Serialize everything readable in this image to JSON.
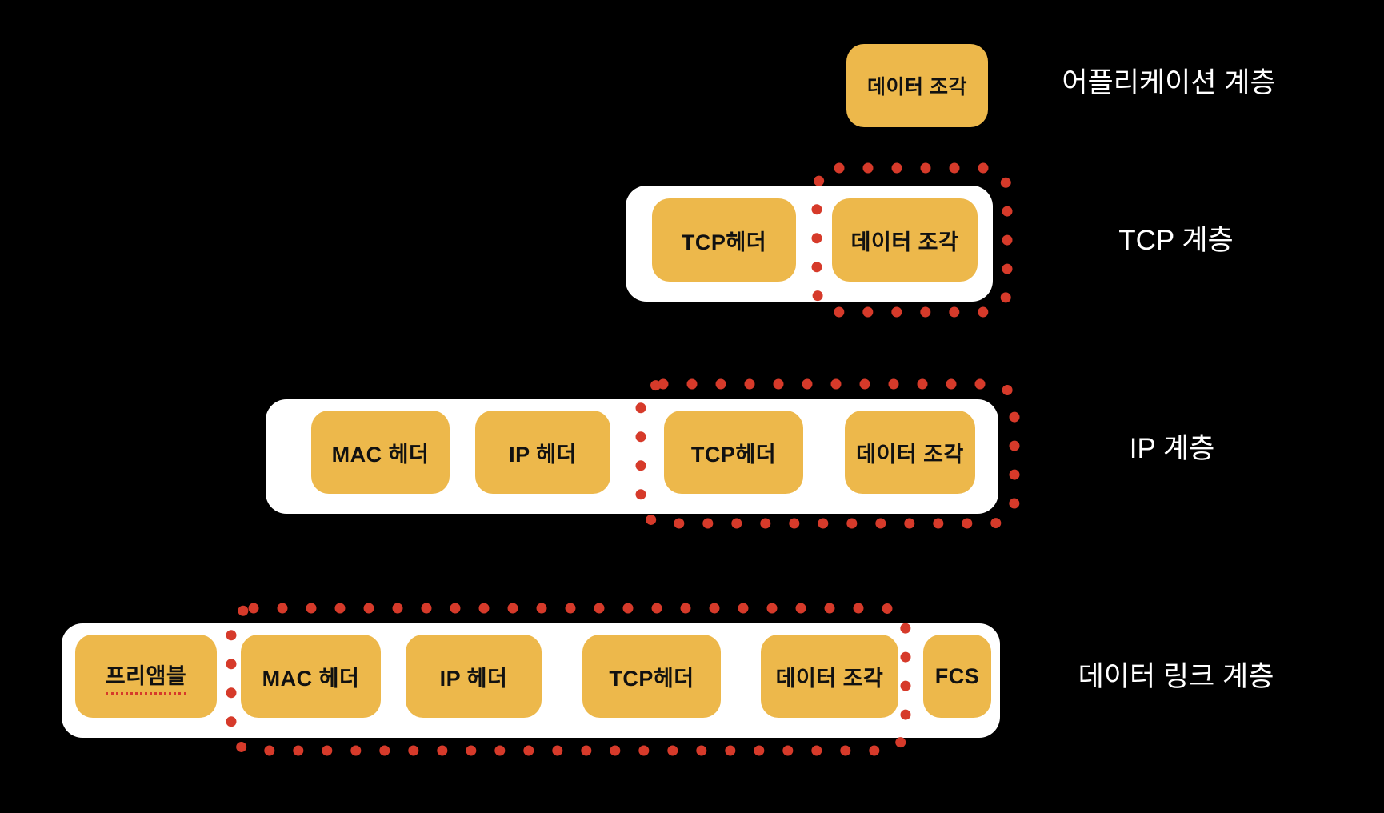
{
  "diagram": {
    "title_semantic": "network-encapsulation-layers",
    "colors": {
      "background": "#000000",
      "box_fill": "#EDB84B",
      "container_fill": "#FFFFFF",
      "dotted_stroke": "#D63A2A",
      "box_text": "#111111",
      "label_text": "#FFFFFF"
    },
    "rows": [
      {
        "label": "어플리케이션 계층",
        "boxes": [
          {
            "text": "데이터 조각"
          }
        ]
      },
      {
        "label": "TCP 계층",
        "boxes": [
          {
            "text": "TCP헤더"
          },
          {
            "text": "데이터 조각"
          }
        ]
      },
      {
        "label": "IP 계층",
        "boxes": [
          {
            "text": "MAC 헤더"
          },
          {
            "text": "IP 헤더"
          },
          {
            "text": "TCP헤더"
          },
          {
            "text": "데이터 조각"
          }
        ]
      },
      {
        "label": "데이터 링크 계층",
        "boxes": [
          {
            "text": "프리앰블"
          },
          {
            "text": "MAC 헤더"
          },
          {
            "text": "IP 헤더"
          },
          {
            "text": "TCP헤더"
          },
          {
            "text": "데이터 조각"
          },
          {
            "text": "FCS"
          }
        ]
      }
    ]
  }
}
